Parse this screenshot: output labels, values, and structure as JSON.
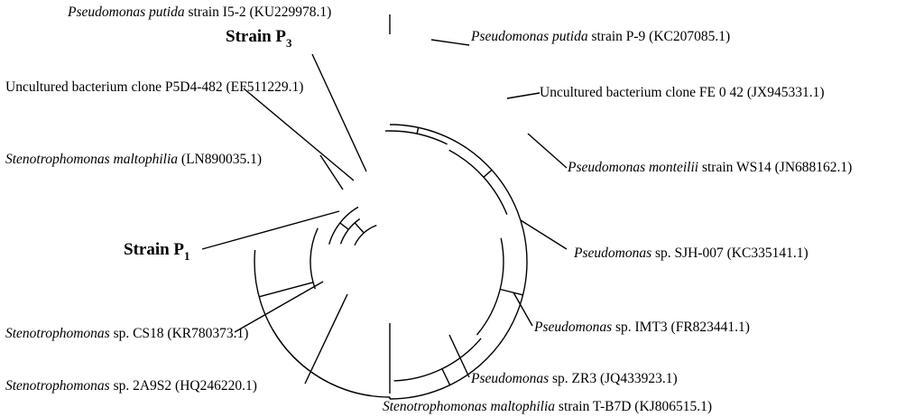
{
  "leaves": [
    {
      "id": "putida-i52",
      "italic": "Pseudomonas putida",
      "rest": " strain I5-2 (KU229978.1)"
    },
    {
      "id": "putida-p9",
      "italic": "Pseudomonas putida",
      "rest": " strain P-9 (KC207085.1)"
    },
    {
      "id": "fe042",
      "italic": "",
      "rest": "Uncultured  bacterium  clone  FE  0  42  (JX945331.1)"
    },
    {
      "id": "monteilii",
      "italic": "Pseudomonas monteilii",
      "rest": " strain WS14 (JN688162.1)"
    },
    {
      "id": "sjh007",
      "italic": "Pseudomonas",
      "rest": " sp. SJH-007 (KC335141.1)"
    },
    {
      "id": "imt3",
      "italic": "Pseudomonas",
      "rest": " sp. IMT3 (FR823441.1)"
    },
    {
      "id": "zr3",
      "italic": "Pseudomonas",
      "rest": " sp. ZR3 (JQ433923.1)"
    },
    {
      "id": "tb7d",
      "italic": "Stenotrophomonas maltophilia",
      "rest": " strain T-B7D (KJ806515.1)"
    },
    {
      "id": "2a9s2",
      "italic": "Stenotrophomonas",
      "rest": " sp. 2A9S2 (HQ246220.1)"
    },
    {
      "id": "cs18",
      "italic": "Stenotrophomonas",
      "rest": " sp. CS18 (KR780373.1)"
    },
    {
      "id": "malto-ln",
      "italic": "Stenotrophomonas maltophilia",
      "rest": " (LN890035.1)"
    },
    {
      "id": "p5d4",
      "italic": "",
      "rest": "Uncultured  bacterium  clone  P5D4-482  (EF511229.1)"
    }
  ],
  "strains": [
    {
      "id": "p3",
      "main": "Strain P",
      "sub": "3"
    },
    {
      "id": "p1",
      "main": "Strain P",
      "sub": "1"
    }
  ]
}
